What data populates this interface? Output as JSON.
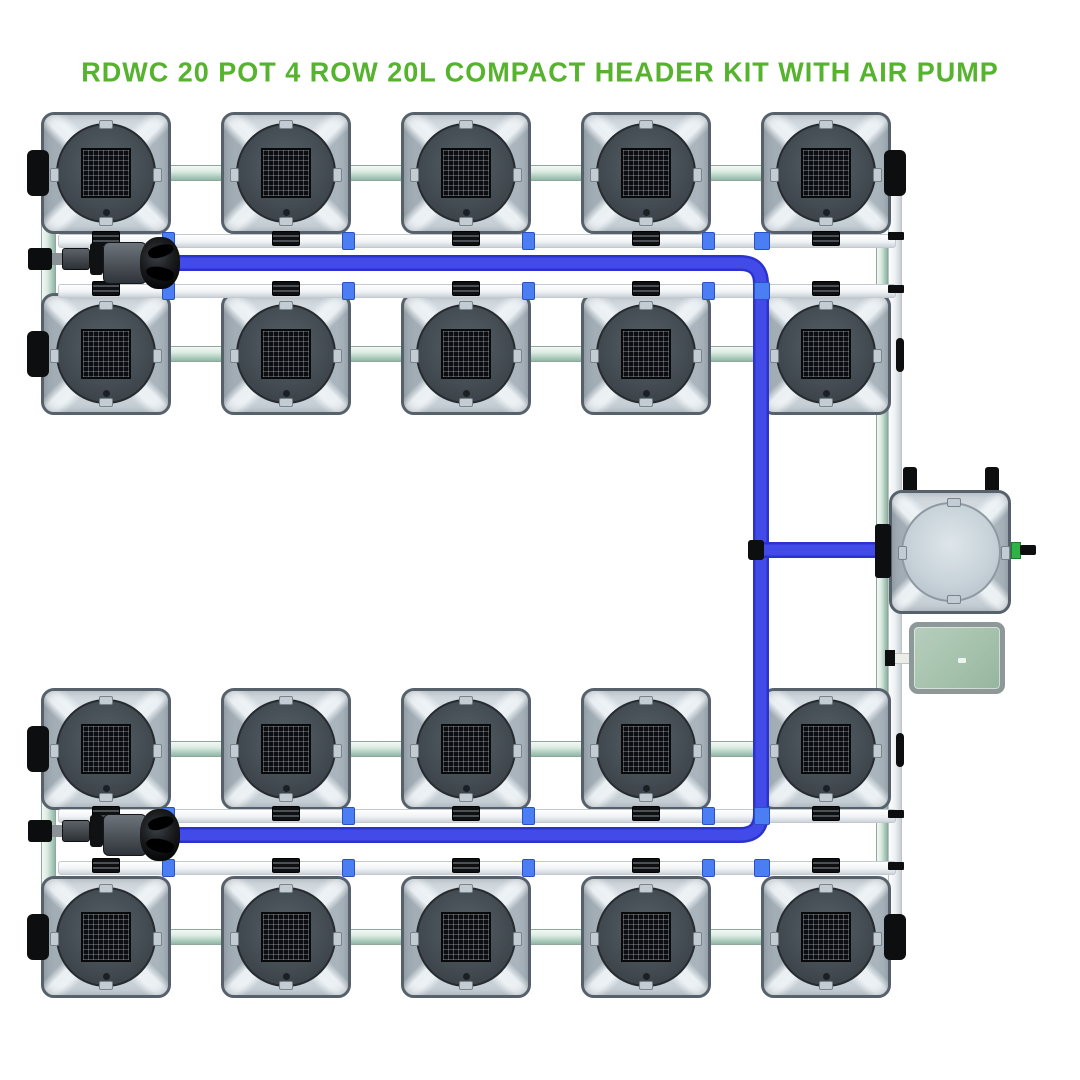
{
  "title": {
    "text": "RDWC 20 POT 4 ROW 20L COMPACT HEADER KIT WITH AIR PUMP"
  },
  "diagram": {
    "kit": {
      "pot_total": 20,
      "row_total": 4,
      "pot_size": "20L",
      "style": "COMPACT HEADER",
      "includes": "AIR PUMP"
    },
    "pot_rows": [
      {
        "id": "row-1",
        "pot_count": 5
      },
      {
        "id": "row-2",
        "pot_count": 5
      },
      {
        "id": "row-3",
        "pot_count": 5
      },
      {
        "id": "row-4",
        "pot_count": 5
      }
    ],
    "water_pumps": [
      {
        "id": "water-pump-rows-1-2"
      },
      {
        "id": "water-pump-rows-3-4"
      }
    ],
    "reservoir": {
      "id": "header-reservoir"
    },
    "air_pump": {
      "id": "air-pump"
    },
    "colors": {
      "title_green": "#55b32d",
      "tube_blue": "#3a41e2",
      "tube_blue_dark": "#262ccb",
      "pipe_mint": "#dcebe2",
      "pipe_white": "#eef1f3",
      "connector_blue": "#4c7ef3",
      "pot_body_gray": "#c8d1d7",
      "pot_lid_dark": "#454d54",
      "mesh_black": "#0c0d10",
      "reservoir_lid": "#c7d2d9",
      "air_pump_green": "#a5c2ad",
      "air_pump_port_green": "#2fb344",
      "fitting_black": "#0d0e0f"
    }
  }
}
